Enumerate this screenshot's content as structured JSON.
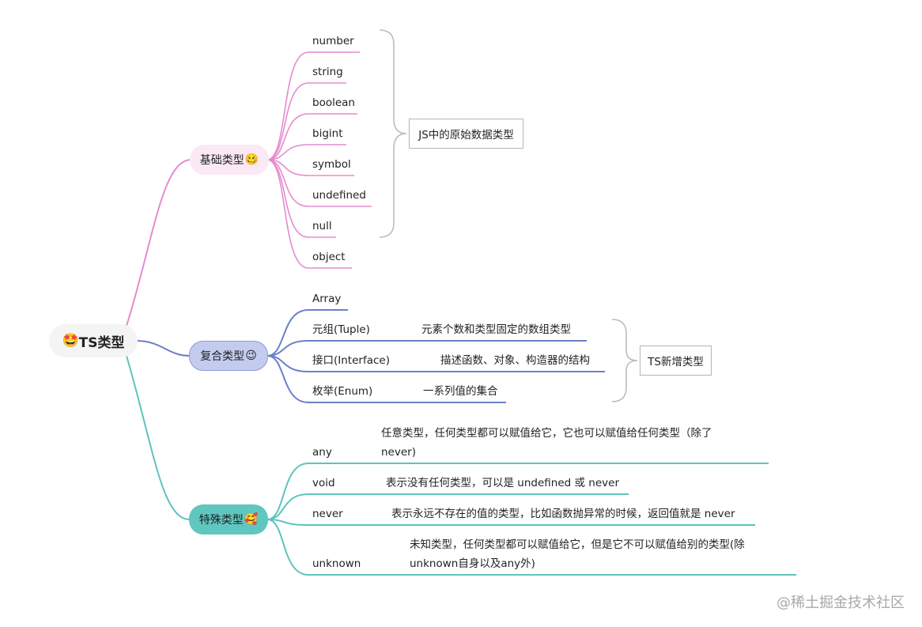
{
  "root": {
    "label": "TS类型",
    "emoji": "🤩"
  },
  "branches": [
    {
      "label": "基础类型",
      "emoji": "🥴",
      "color": "#e58bd0",
      "leaves": [
        "number",
        "string",
        "boolean",
        "bigint",
        "symbol",
        "undefined",
        "null",
        "object"
      ],
      "group_label": "JS中的原始数据类型"
    },
    {
      "label": "复合类型",
      "emoji": "😉",
      "color": "#6b7fc9",
      "leaves": [
        {
          "name": "Array",
          "desc": ""
        },
        {
          "name": "元组(Tuple)",
          "desc": "元素个数和类型固定的数组类型"
        },
        {
          "name": "接口(Interface)",
          "desc": "描述函数、对象、构造器的结构"
        },
        {
          "name": "枚举(Enum)",
          "desc": "一系列值的集合"
        }
      ],
      "group_label": "TS新增类型"
    },
    {
      "label": "特殊类型",
      "emoji": "🥰",
      "color": "#5ec3bd",
      "leaves": [
        {
          "name": "any",
          "desc": "任意类型，任何类型都可以赋值给它，它也可以赋值给任何类型（除了never)"
        },
        {
          "name": "void",
          "desc": "表示没有任何类型，可以是 undefined 或 never"
        },
        {
          "name": "never",
          "desc": "表示永远不存在的值的类型，比如函数抛异常的时候，返回值就是 never"
        },
        {
          "name": "unknown",
          "desc": "未知类型，任何类型都可以赋值给它，但是它不可以赋值给别的类型(除unknown自身以及any外)"
        }
      ]
    }
  ],
  "watermark": "@稀土掘金技术社区",
  "colors": {
    "bracket": "#bdbdbd",
    "root_bg": "#f4f4f4"
  }
}
